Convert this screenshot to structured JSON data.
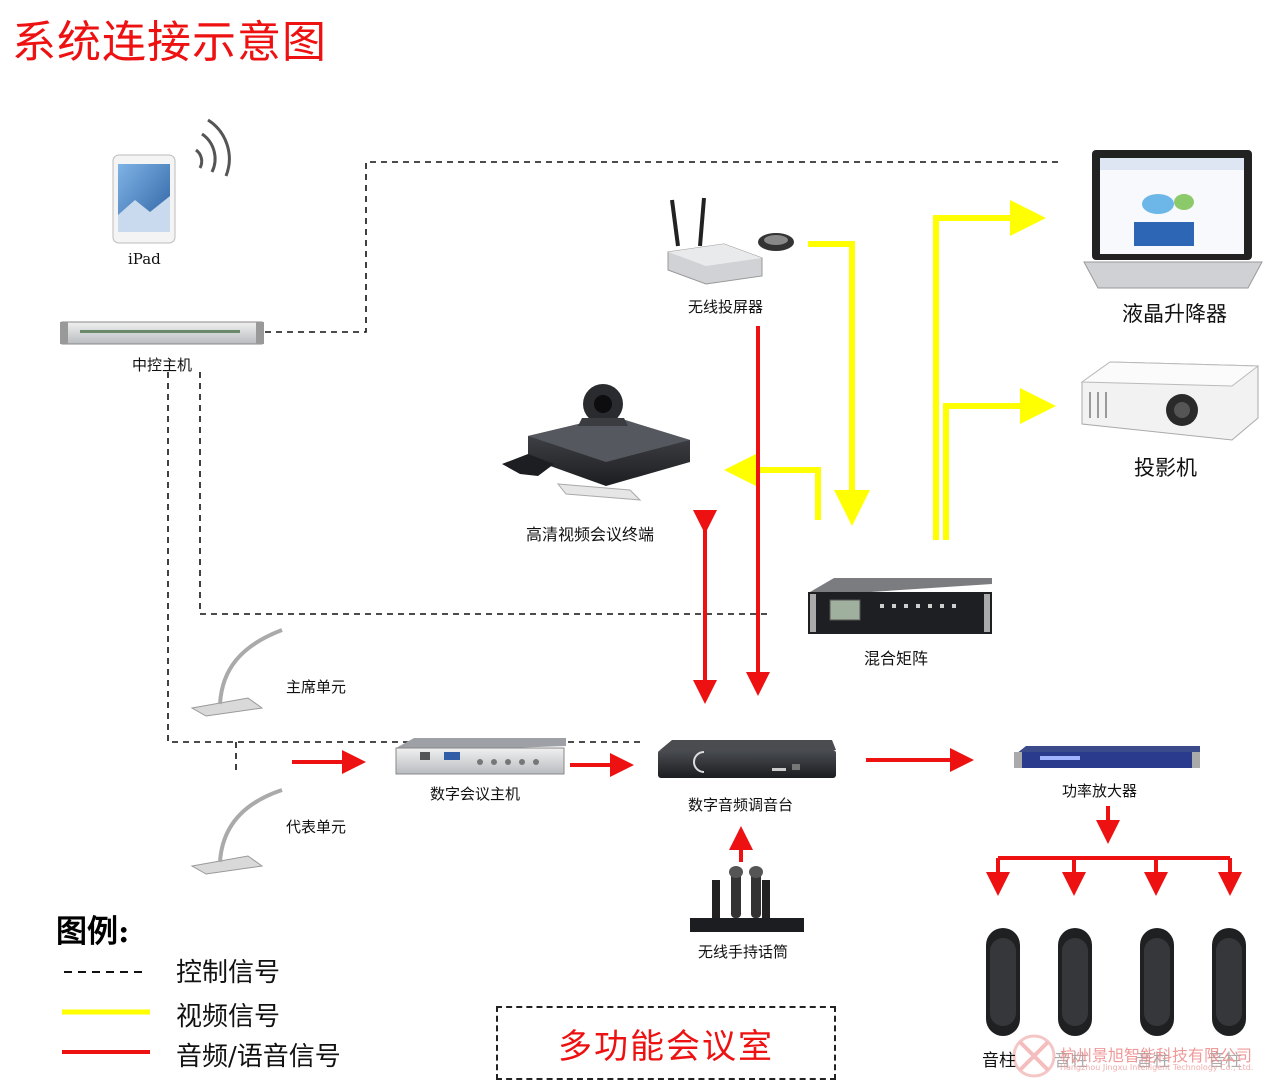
{
  "title": "系统连接示意图",
  "devices": {
    "ipad": "iPad",
    "central_control": "中控主机",
    "wireless_projector": "无线投屏器",
    "lcd_lift": "液晶升降器",
    "projector": "投影机",
    "video_conf_terminal": "高清视频会议终端",
    "hybrid_matrix": "混合矩阵",
    "chairman_unit": "主席单元",
    "delegate_unit": "代表单元",
    "conference_host": "数字会议主机",
    "audio_mixer": "数字音频调音台",
    "power_amp": "功率放大器",
    "wireless_mic": "无线手持话筒",
    "speaker_1": "音柱",
    "speaker_2": "音柱",
    "speaker_3": "音柱",
    "speaker_4": "音柱"
  },
  "legend": {
    "title": "图例:",
    "items": [
      {
        "label": "控制信号",
        "style": "dashed",
        "color": "#111111"
      },
      {
        "label": "视频信号",
        "style": "solid",
        "color": "#ffff00"
      },
      {
        "label": "音频/语音信号",
        "style": "solid",
        "color": "#ee1111"
      }
    ]
  },
  "room_label": "多功能会议室",
  "watermark": {
    "company": "杭州景旭智能科技有限公司",
    "english": "Hangzhou Jingxu Intelligent Technology Co., Ltd."
  },
  "colors": {
    "title": "#ee1111",
    "video": "#ffff00",
    "audio": "#ee1111",
    "control": "#111111"
  }
}
